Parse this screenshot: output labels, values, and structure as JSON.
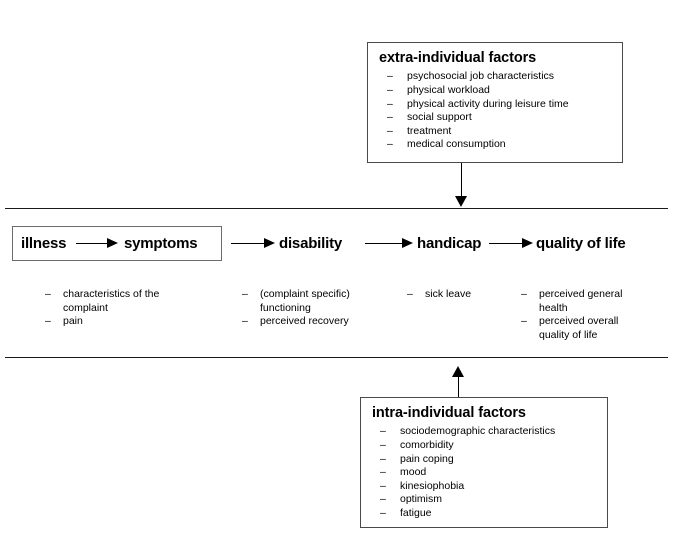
{
  "diagram": {
    "extra_box": {
      "title": "extra-individual factors",
      "bullet": "–",
      "items": [
        "psychosocial job characteristics",
        "physical workload",
        "physical activity during leisure time",
        "social support",
        "treatment",
        "medical consumption"
      ]
    },
    "intra_box": {
      "title": "intra-individual factors",
      "bullet": "–",
      "items": [
        "sociodemographic characteristics",
        "comorbidity",
        "pain coping",
        "mood",
        "kinesiophobia",
        "optimism",
        "fatigue"
      ]
    },
    "chain": {
      "nodes": [
        {
          "label": "illness",
          "boxed": true
        },
        {
          "label": "symptoms",
          "boxed": true
        },
        {
          "label": "disability",
          "boxed": false
        },
        {
          "label": "handicap",
          "boxed": false
        },
        {
          "label": "quality of life",
          "boxed": false
        }
      ],
      "arrow_count": 4
    },
    "sublists": {
      "bullet": "–",
      "columns": [
        {
          "under": "illness / symptoms",
          "items": [
            "characteristics of the complaint",
            "pain"
          ]
        },
        {
          "under": "disability",
          "items": [
            "(complaint specific) functioning",
            "perceived recovery"
          ]
        },
        {
          "under": "handicap",
          "items": [
            "sick leave"
          ]
        },
        {
          "under": "quality of life",
          "items": [
            "perceived general health",
            "perceived overall quality of life"
          ]
        }
      ]
    },
    "connectors": [
      {
        "name": "extra-factors-to-chain",
        "direction": "down"
      },
      {
        "name": "intra-factors-to-chain",
        "direction": "up"
      }
    ],
    "colors": {
      "line": "#1a1a1a",
      "box_border": "#4a4a4a",
      "chain_box_border": "#6b6b6b",
      "background": "#ffffff",
      "text": "#000000"
    }
  }
}
